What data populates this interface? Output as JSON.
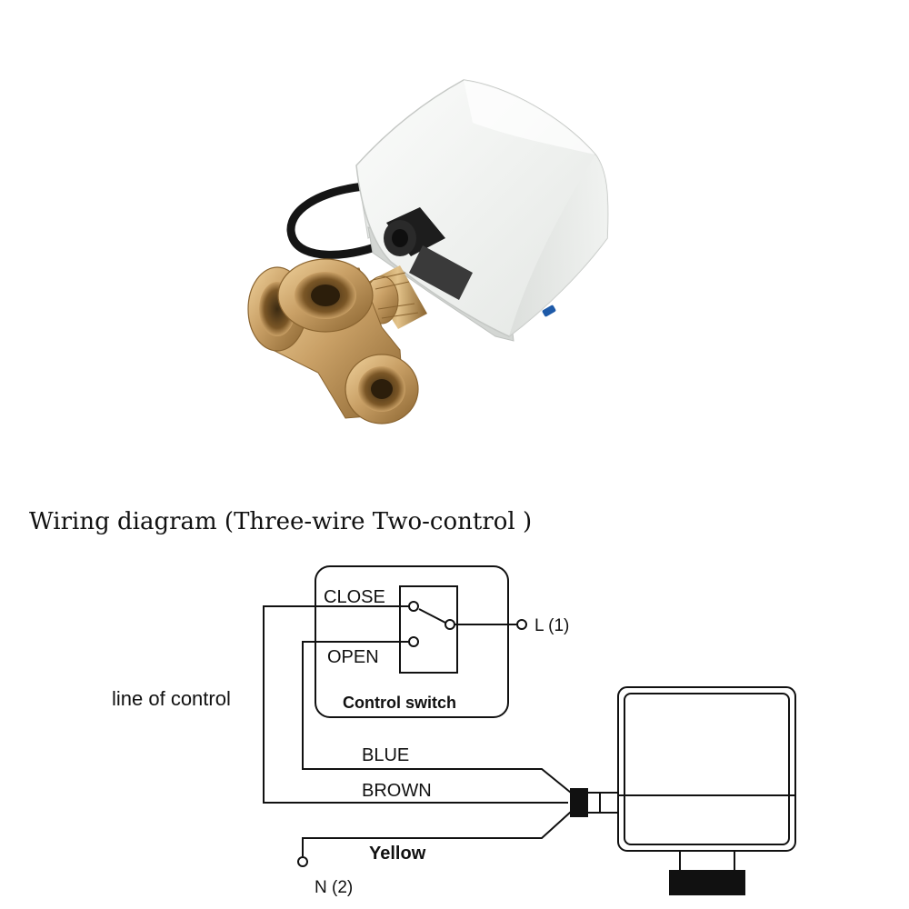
{
  "diagram": {
    "title": "Wiring diagram (Three-wire Two-control )",
    "switch_box": {
      "close_label": "CLOSE",
      "open_label": "OPEN",
      "caption": "Control switch"
    },
    "terminals": {
      "live": "L (1)",
      "neutral": "N (2)"
    },
    "side_label": "line of control",
    "wires": {
      "blue": "BLUE",
      "brown": "BROWN",
      "yellow": "Yellow"
    }
  },
  "product_photo": {
    "subject": "motorized brass three-way valve with white actuator housing",
    "colors": {
      "housing": "#eef0ee",
      "brass": "#c9a066",
      "cable": "#151515"
    }
  }
}
